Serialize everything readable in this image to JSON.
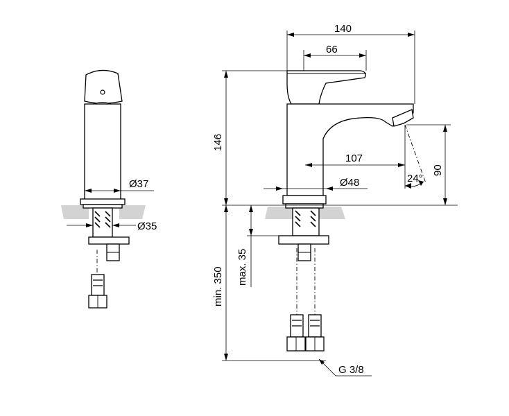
{
  "dimensions": {
    "width_total": "140",
    "handle_length": "66",
    "height": "146",
    "reach": "107",
    "spout_height": "90",
    "angle": "24°",
    "body_diameter": "Ø37",
    "base_diameter": "Ø48",
    "hole_diameter": "Ø35",
    "min_hose": "min. 350",
    "max_thickness": "max. 35",
    "connection": "G 3/8"
  }
}
